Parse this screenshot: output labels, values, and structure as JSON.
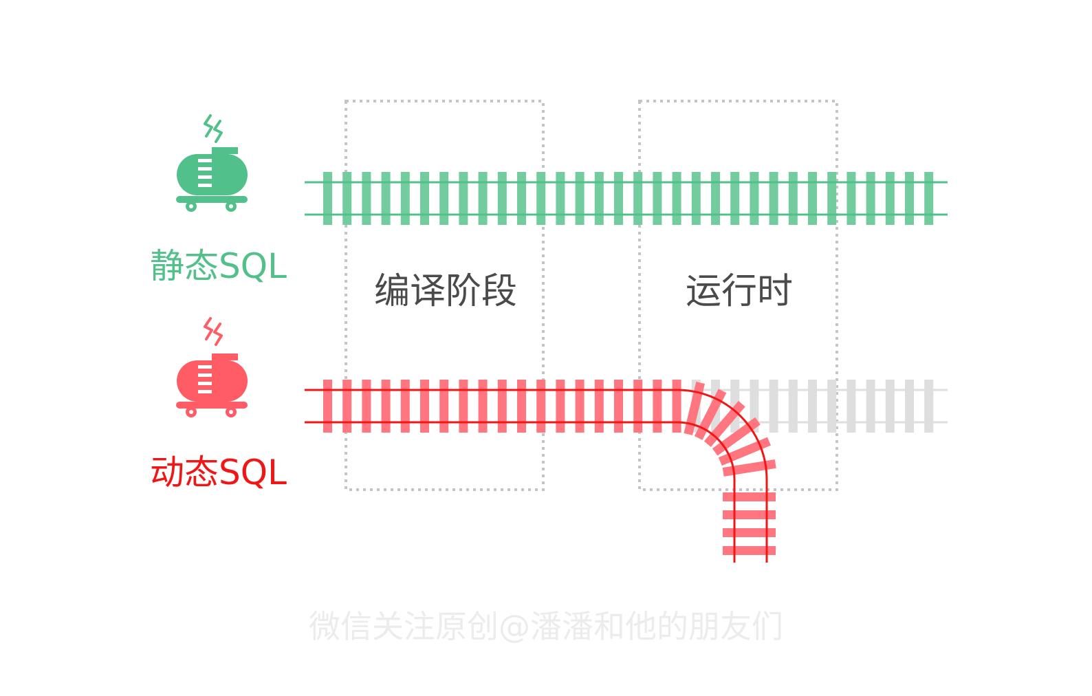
{
  "rows": {
    "static": {
      "label": "静态SQL",
      "color": "#52c08a",
      "tie_color": "#72cc9e",
      "icon": "tank-car-icon"
    },
    "dynamic": {
      "label": "动态SQL",
      "color": "#ff5c66",
      "label_color": "#f01616",
      "tie_color": "#ff7680",
      "icon": "tank-car-icon"
    }
  },
  "stages": {
    "compile": {
      "label": "编译阶段"
    },
    "runtime": {
      "label": "运行时"
    }
  },
  "disabled_track_color": "#dedede",
  "stage_border_color": "#c4c4c4",
  "watermark": "微信关注原创@潘潘和他的朋友们"
}
